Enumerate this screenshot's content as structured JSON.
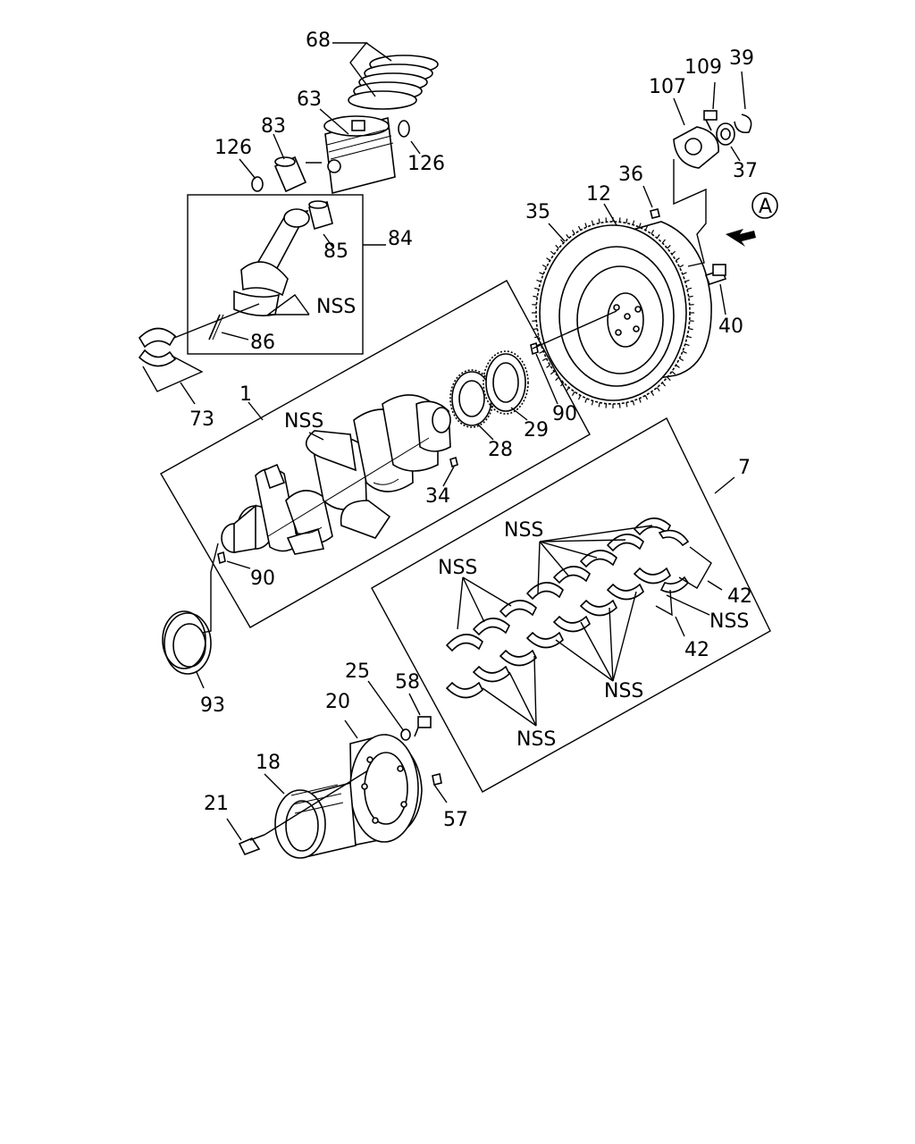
{
  "labels": {
    "l68": "68",
    "l63": "63",
    "l83": "83",
    "l126a": "126",
    "l126b": "126",
    "l84": "84",
    "l85": "85",
    "l86": "86",
    "l73": "73",
    "lNSS_rod": "NSS",
    "l1": "1",
    "lNSS_crank": "NSS",
    "l34": "34",
    "l90a": "90",
    "l90b": "90",
    "l28": "28",
    "l29": "29",
    "l35": "35",
    "l12": "12",
    "l36": "36",
    "l107": "107",
    "l109": "109",
    "l39": "39",
    "l37": "37",
    "l40": "40",
    "lA": "A",
    "l7": "7",
    "lNSS_b1": "NSS",
    "lNSS_b2": "NSS",
    "lNSS_b3": "NSS",
    "lNSS_b4": "NSS",
    "lNSS_b5": "NSS",
    "l42a": "42",
    "l42b": "42",
    "l93": "93",
    "l25": "25",
    "l58": "58",
    "l20": "20",
    "l18": "18",
    "l21": "21",
    "l57": "57"
  }
}
